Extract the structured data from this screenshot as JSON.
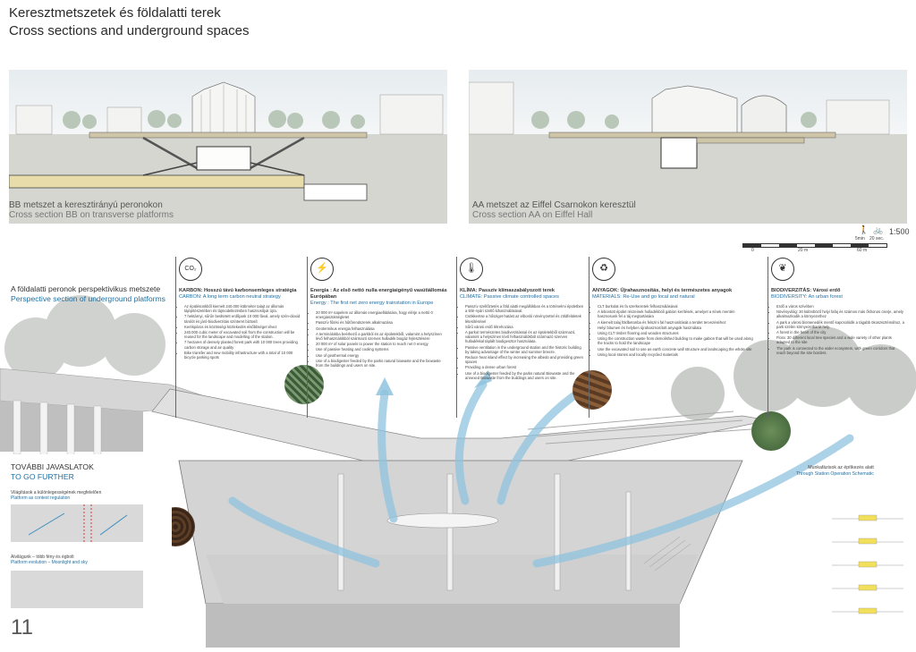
{
  "header": {
    "title_hu": "Keresztmetszetek és földalatti terek",
    "title_en": "Cross sections and underground spaces"
  },
  "sections": {
    "left_caption_hu": "BB metszet a keresztirányú peronokon",
    "left_caption_en": "Cross section BB on transverse platforms",
    "right_caption_hu": "AA metszet az Eiffel Csarnokon keresztül",
    "right_caption_en": "Cross section AA on Eiffel Hall"
  },
  "scale": {
    "ratio": "1:500",
    "walk_label": "5min",
    "bike_label": "20 sec.",
    "tick_0": "0",
    "tick_20": "20 m",
    "tick_60": "60 m"
  },
  "perspective": {
    "title_hu": "A földalatti peronok perspektivikus metszete",
    "title_en": "Perspective section of underground platforms"
  },
  "columns": [
    {
      "icon": "co2-icon",
      "icon_glyph": "CO₂",
      "h1": "KARBON: Hosszú távú karbonsemleges stratégia",
      "h2": "CARBON: A long term carbon neutral strategy",
      "items": [
        "Az épülésünkből kiemelt 240.000 köbméter talajt az állomás tájépítészetében és tájmodellezésben hasznosítjuk újra.",
        "7 hektárnyi, sűrűn beültetett erdőpark 10 000 fával, amely szén-dioxid tárolót és járó-biodiverzitás színteret biztosít",
        "Kerékpáros és közösségi közlekedés elsőbbséget élvez",
        "240.000 cubic meter of excavated soil from the construction will be reused for the landscape and modelling of the station.",
        "7 hectares of densely planted forest park with 10 000 trees providing carbon storage and air quality",
        "Bike transfer and new mobility infrastructure with a total of 10 000 bicycle parking spots"
      ]
    },
    {
      "icon": "plug-icon",
      "icon_glyph": "⚡",
      "h1": "Energia : Az első nettó nulla energiaigényű vasútiállomás Európában",
      "h2": "Energy : The first net zero energy trainstation in Europe",
      "items": [
        "20 000 m² napelem az állomás energiaellátására, hogy elérje a nettó 0 energiaszükségletet",
        "Passzív fűtési és hűtőrendszerek alkalmazása",
        "Geotermikus energia felhasználása",
        "A terminálokba beérkező a parkból és az épületekből, valamint a helyszínen lévő felhasználókból származó szerves hulladék biogáz fejlesztésére",
        "20 000 m² of solar panels to power the station to reach net 0 energy",
        "Use of passive heating and cooling systems",
        "Use of geothermal energy",
        "Use of a biodigester feeded by the parks natural biowaste and the biowaste from the buildings and users on site."
      ]
    },
    {
      "icon": "thermometer-icon",
      "icon_glyph": "🌡",
      "h1": "KLÍMA: Passzív klímaszabályozott terek",
      "h2": "CLIMATE: Passive climate controlled spaces",
      "items": [
        "Passzív szellőztetés a föld alatti megállókban és a történelmi épületben a télé-nyári szellő kihasználásával.",
        "Csökkentse a hősziget-hatást az elbonló növényzettel és zöldfelületek létesítésével",
        "Sűrű városi erdő létrehozása",
        "A parkot természetes biodiverzitással és az épületekből származó, valamint a helyszínen lévő felhasználókból származó szerves hulladékkal táplált biodigesztor használata.",
        "Passive ventilation in the underground station and the historic building by taking advantage of the winter and summer breeze.",
        "Reduce heat island effect by increasing the albedo and providing green spaces",
        "Providing a dense urban forest",
        "Use of a biodigester feeded by the parks natural Biowaste and the annexed Biowaste from the buildings and users on site."
      ]
    },
    {
      "icon": "recycle-icon",
      "icon_glyph": "♻",
      "h1": "ANYAGOK: Újrahasznosítás, helyi és természetes anyagok",
      "h2": "MATERIALS: Re-Use and go local and natural",
      "items": [
        "CLT burkolat és fa szerkezetek felhasználásával",
        "A lebontott épület részeinek hulladékbóli gabion kerítések, amelyet a sínek mentén hasznosunk fel a táj megtartására",
        "A kiemelt talaj földbetonba és felszíni fal hasznosítását a terület tervezéséhez",
        "Helyi bitumen és helyben újrahasznosított anyagok használata",
        "Using CLT timber flooring and wooden structures",
        "Using the construction waste from demolished building to make gabion that will be used along the tracks to hold the landscape",
        "Use the excavated soil to use as earth concrete wall structure and landscaping the whole site",
        "Using local stones and locally recycled materials"
      ]
    },
    {
      "icon": "leaf-icon",
      "icon_glyph": "❦",
      "h1": "BIODIVERZITÁS: Városi erdő",
      "h2": "BIODIVERSITY: An urban forest",
      "items": [
        "Erdő a város szívében",
        "Növényvilág: 30 különböző helyi fafaj és számos más őshonos cserje, amely alkalmazkodik a környezethez",
        "A park a városi biomenedék mentő kapcsolódik a tágabb ökoszisztémához, a park szélén környezetbarát hely.",
        "A forest in the heart of the city",
        "Flora: 30 different local tree species and a wide variety of other plants adapted to the site",
        "The park is connected to the wider ecosystem, with green corridors that reach beyond the site borders."
      ]
    }
  ],
  "further": {
    "title_hu": "TOVÁBBI JAVASLATOK",
    "title_en": "TO GO FURTHER",
    "item1_hu": "Világítások a különlegességének megfelelően",
    "item1_en": "Platform as context regulation",
    "item2_hu": "Alvilágunk – több fény és égbolt",
    "item2_en": "Platform evolution – Moonlight and sky"
  },
  "schema": {
    "title_hu": "Munkafázisok az építkezés alatt",
    "title_en": "Through Station Operation Schematic"
  },
  "page": {
    "number": "11"
  },
  "colors": {
    "accent_blue": "#1f6fa3",
    "air_flow": "#8fc3de",
    "sky": "#cfd7dc",
    "ground": "#d8d8d4",
    "highlight_yellow": "#f2e05a"
  }
}
